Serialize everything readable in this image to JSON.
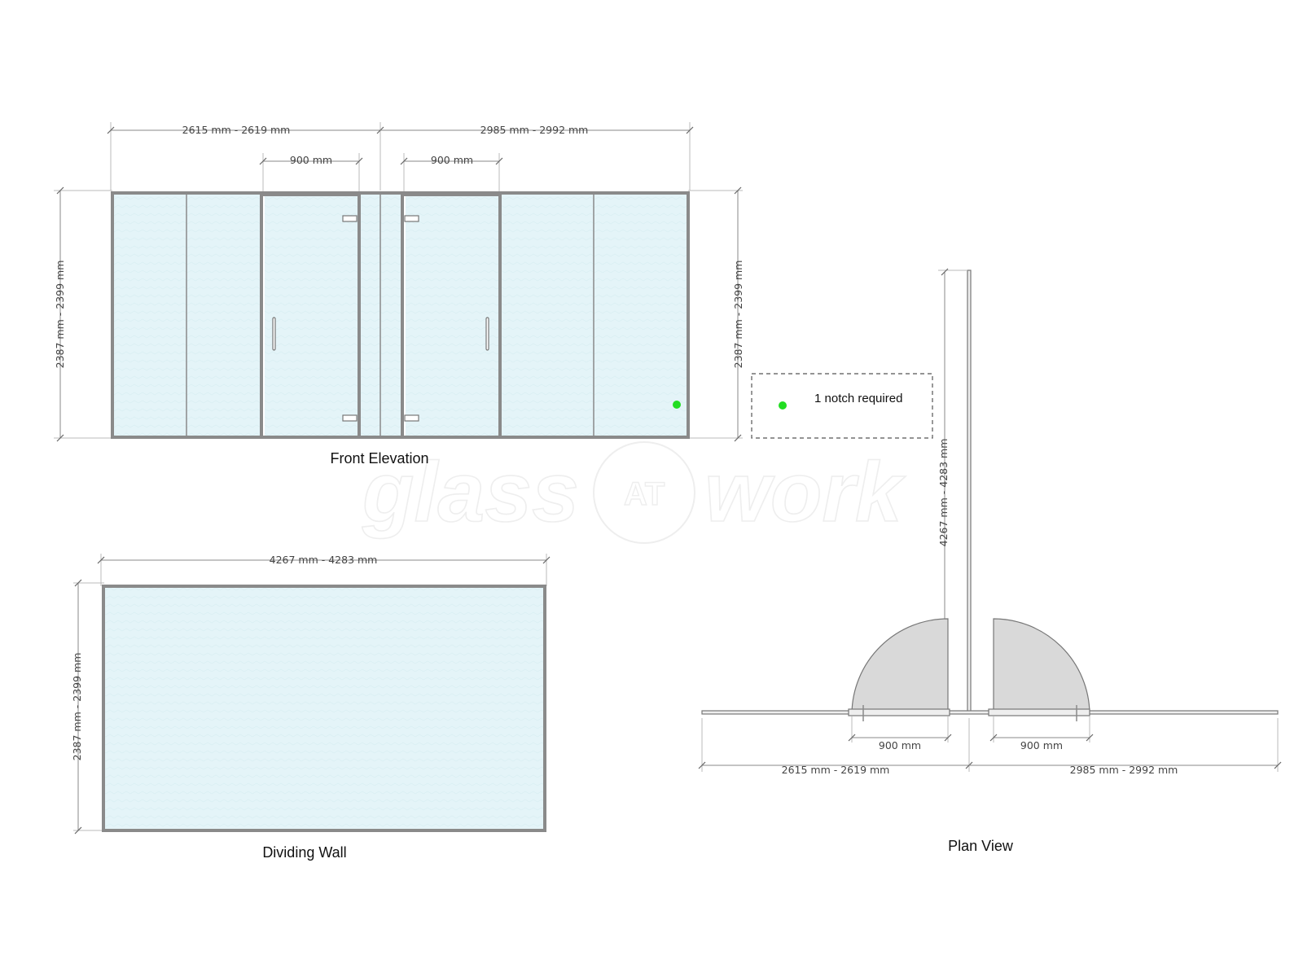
{
  "front_elevation": {
    "title": "Front Elevation",
    "dims": {
      "left_section": "2615 mm - 2619 mm",
      "right_section": "2985 mm - 2992 mm",
      "left_door": "900 mm",
      "right_door": "900 mm",
      "height_left": "2387 mm - 2399 mm",
      "height_right": "2387 mm - 2399 mm"
    }
  },
  "notch_note": {
    "text": "1 notch required",
    "marker_color": "#22dd22"
  },
  "dividing_wall": {
    "title": "Dividing Wall",
    "dims": {
      "width": "4267 mm - 4283 mm",
      "height": "2387 mm - 2399 mm"
    }
  },
  "plan_view": {
    "title": "Plan View",
    "dims": {
      "wall_length": "4267 mm - 4283 mm",
      "left_door": "900 mm",
      "right_door": "900 mm",
      "left_section": "2615 mm - 2619 mm",
      "right_section": "2985 mm - 2992 mm"
    }
  },
  "watermark": {
    "left": "glass",
    "badge": "AT",
    "right": "work"
  },
  "colors": {
    "glass_tint": "#e4f4f8",
    "frame": "#8a8a8a"
  }
}
